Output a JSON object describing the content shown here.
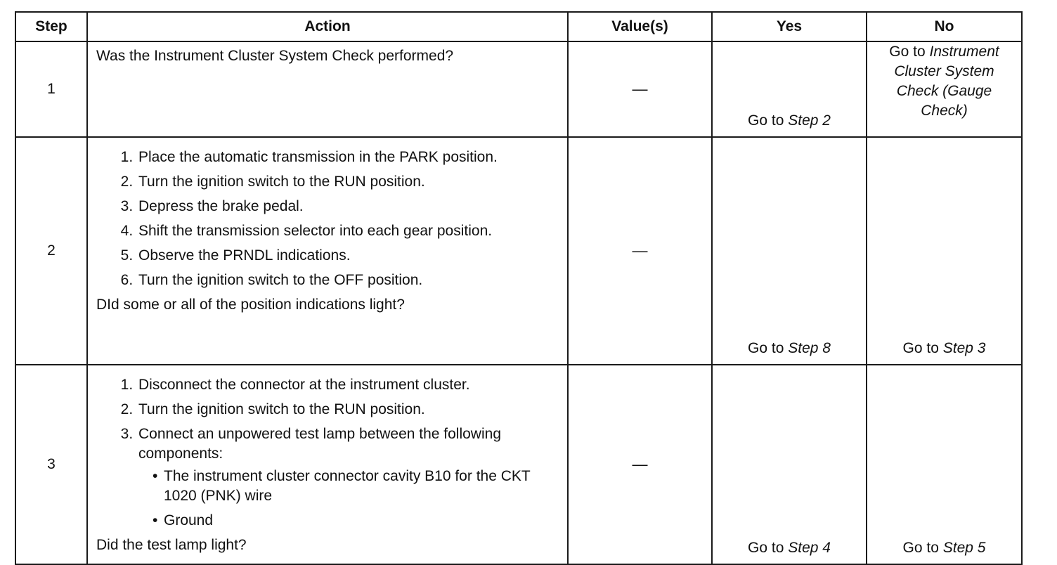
{
  "table": {
    "headers": {
      "step": "Step",
      "action": "Action",
      "values": "Value(s)",
      "yes": "Yes",
      "no": "No"
    },
    "rows": [
      {
        "step": "1",
        "question": "Was the Instrument Cluster System Check performed?",
        "value": "—",
        "yes": {
          "prefix": "Go to",
          "target": "Step 2"
        },
        "no": {
          "prefix": "Go to",
          "target": "Instrument Cluster System Check (Gauge Check)"
        }
      },
      {
        "step": "2",
        "substeps": [
          "Place the automatic transmission in the PARK position.",
          "Turn the ignition switch to the RUN position.",
          "Depress the brake pedal.",
          "Shift the transmission selector into each gear position.",
          "Observe the PRNDL indications.",
          "Turn the ignition switch to the OFF position."
        ],
        "question": "DId some or all of the position indications light?",
        "value": "—",
        "yes": {
          "prefix": "Go to",
          "target": "Step 8"
        },
        "no": {
          "prefix": "Go to",
          "target": "Step 3"
        }
      },
      {
        "step": "3",
        "substeps": [
          "Disconnect the connector at the instrument cluster.",
          "Turn the ignition switch to the RUN position.",
          "Connect an unpowered test lamp between the following components:"
        ],
        "bullets": [
          "The instrument cluster connector cavity B10 for the CKT 1020 (PNK) wire",
          "Ground"
        ],
        "question": "Did the test lamp light?",
        "value": "—",
        "yes": {
          "prefix": "Go to",
          "target": "Step 4"
        },
        "no": {
          "prefix": "Go to",
          "target": "Step 5"
        }
      }
    ]
  }
}
